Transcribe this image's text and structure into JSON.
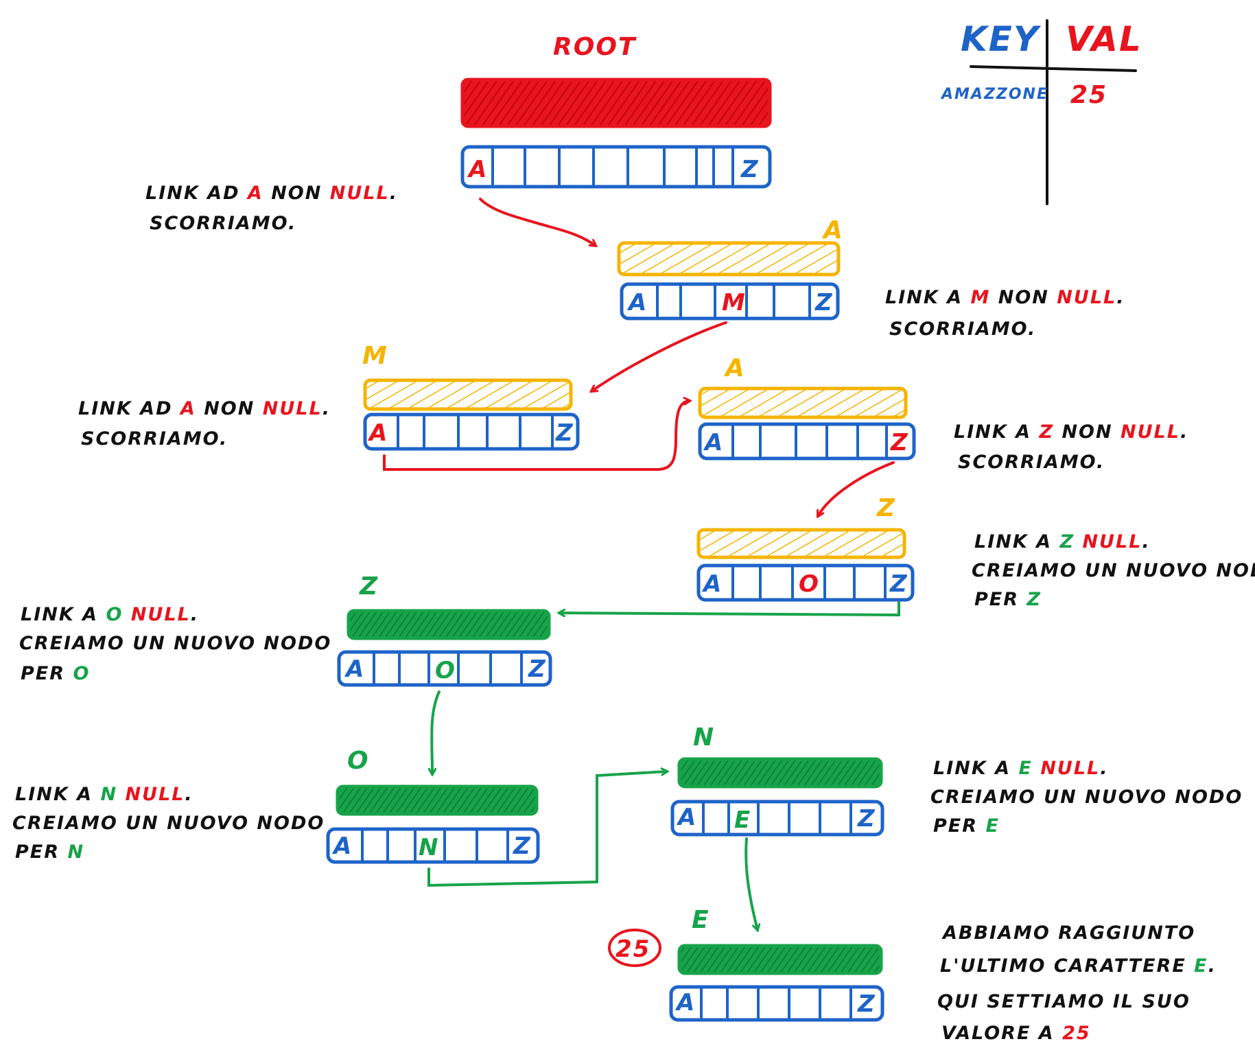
{
  "colors": {
    "root_header": "#e8141e",
    "existing_header": "#f5b400",
    "new_header": "#17a34a",
    "array": "#1e63c8",
    "existing_link": "#e8141e",
    "new_link": "#17a34a",
    "ink": "#111111",
    "key_text": "#1e63c8",
    "val_text": "#e8141e"
  },
  "table": {
    "key_header": "KEY",
    "val_header": "VAL",
    "key": "AMAZZONE",
    "val": "25"
  },
  "root": {
    "label": "ROOT",
    "first_cell": "A",
    "last_cell": "Z"
  },
  "node_a1": {
    "label": "A",
    "first_cell": "A",
    "mid_cell": "M",
    "last_cell": "Z"
  },
  "node_m": {
    "label": "M",
    "first_cell": "A",
    "last_cell": "Z"
  },
  "node_a2": {
    "label": "A",
    "first_cell": "A",
    "last_cell": "Z"
  },
  "node_z1": {
    "label": "Z",
    "first_cell": "A",
    "mid_cell": "O",
    "last_cell": "Z"
  },
  "node_z2": {
    "label": "Z",
    "first_cell": "A",
    "mid_cell": "O",
    "last_cell": "Z"
  },
  "node_o": {
    "label": "O",
    "first_cell": "A",
    "mid_cell": "N",
    "last_cell": "Z"
  },
  "node_n": {
    "label": "N",
    "first_cell": "A",
    "mid_cell": "E",
    "last_cell": "Z"
  },
  "node_e": {
    "label": "E",
    "first_cell": "A",
    "last_cell": "Z",
    "value": "25"
  },
  "notes": {
    "n1": {
      "l1_a": "LINK AD ",
      "l1_hl": "A",
      "l1_b": " NON ",
      "l1_null": "NULL",
      "l1_end": ".",
      "l2": "SCORRIAMO."
    },
    "n2": {
      "l1_a": "LINK A ",
      "l1_hl": "M",
      "l1_b": " NON ",
      "l1_null": "NULL",
      "l1_end": ".",
      "l2": "SCORRIAMO."
    },
    "n3": {
      "l1_a": "LINK AD ",
      "l1_hl": "A",
      "l1_b": " NON ",
      "l1_null": "NULL",
      "l1_end": ".",
      "l2": "SCORRIAMO."
    },
    "n4": {
      "l1_a": "LINK A ",
      "l1_hl": "Z",
      "l1_b": " NON ",
      "l1_null": "NULL",
      "l1_end": ".",
      "l2": "SCORRIAMO."
    },
    "n5": {
      "l1_a": "LINK A ",
      "l1_hl": "Z",
      "l1_null": "NULL",
      "l1_end": ".",
      "l2": "CREIAMO UN NUOVO NODO",
      "l3_a": "PER ",
      "l3_hl": "Z"
    },
    "n6": {
      "l1_a": "LINK A ",
      "l1_hl": "O",
      "l1_null": "NULL",
      "l1_end": ".",
      "l2": "CREIAMO UN NUOVO NODO",
      "l3_a": "PER ",
      "l3_hl": "O"
    },
    "n7": {
      "l1_a": "LINK A ",
      "l1_hl": "N",
      "l1_null": "NULL",
      "l1_end": ".",
      "l2": "CREIAMO UN NUOVO NODO",
      "l3_a": "PER ",
      "l3_hl": "N"
    },
    "n8": {
      "l1_a": "LINK A ",
      "l1_hl": "E",
      "l1_null": "NULL",
      "l1_end": ".",
      "l2": "CREIAMO UN NUOVO NODO",
      "l3_a": "PER ",
      "l3_hl": "E"
    },
    "n9": {
      "l1": "ABBIAMO RAGGIUNTO",
      "l2_a": "L'ULTIMO CARATTERE ",
      "l2_hl": "E",
      "l2_end": ".",
      "l3": "QUI SETTIAMO IL SUO",
      "l4_a": "VALORE A ",
      "l4_hl": "25"
    }
  }
}
